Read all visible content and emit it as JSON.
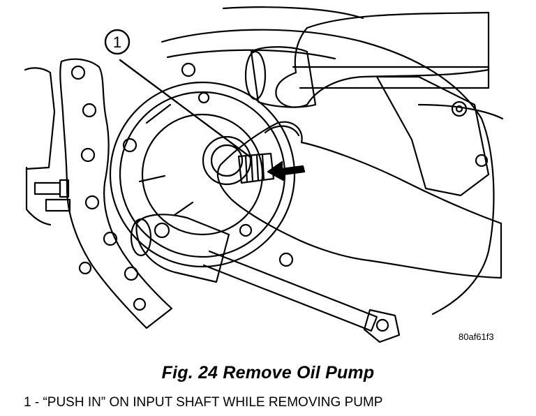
{
  "figure": {
    "callout": "1",
    "image_code": "80af61f3",
    "caption": "Fig. 24 Remove Oil Pump",
    "legend": "1 - “PUSH IN” ON INPUT SHAFT WHILE REMOVING PUMP"
  }
}
